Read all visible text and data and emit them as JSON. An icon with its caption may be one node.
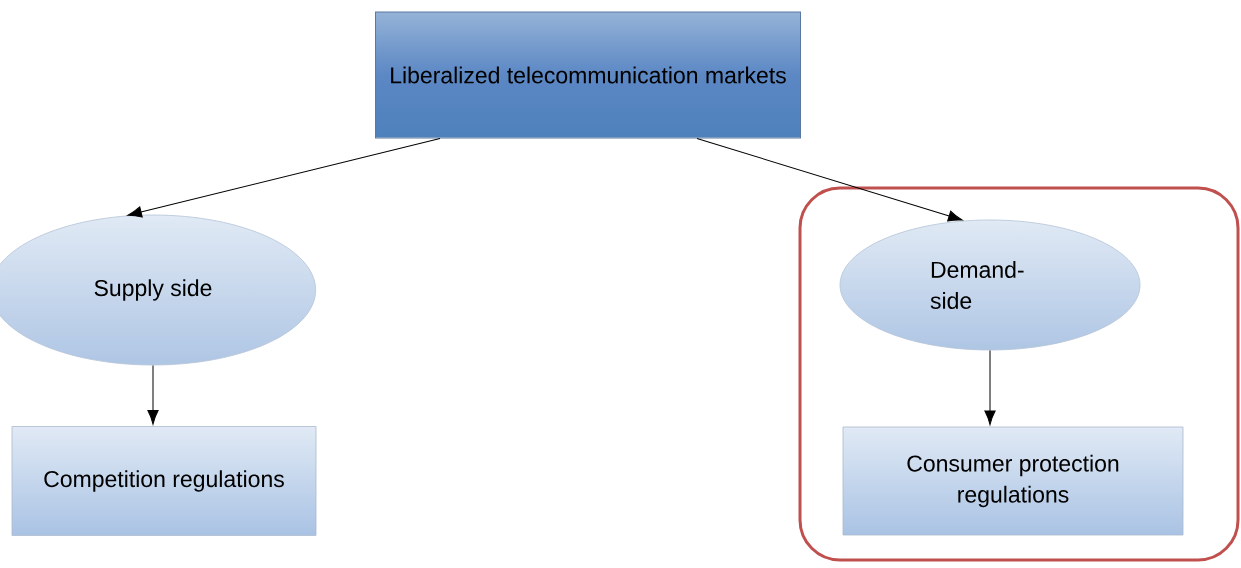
{
  "diagram": {
    "nodes": [
      {
        "text": [
          "Liberalized telecommunication markets"
        ]
      },
      {
        "text": [
          "Supply side"
        ]
      },
      {
        "text": [
          "Competition regulations"
        ]
      },
      {
        "text": [],
        "shape": "box"
      },
      {
        "text": [
          "Demand-side"
        ],
        "in": 3
      },
      {
        "text": [
          "Consumer protection regulations"
        ],
        "in": 3
      }
    ],
    "edges": [
      {
        "from": 0,
        "to": 1,
        "arrow": "to"
      },
      {
        "from": 0,
        "to": 4,
        "arrow": "to"
      },
      {
        "from": 1,
        "to": 2,
        "arrow": "to"
      },
      {
        "from": 4,
        "to": 5,
        "arrow": "to"
      }
    ]
  }
}
